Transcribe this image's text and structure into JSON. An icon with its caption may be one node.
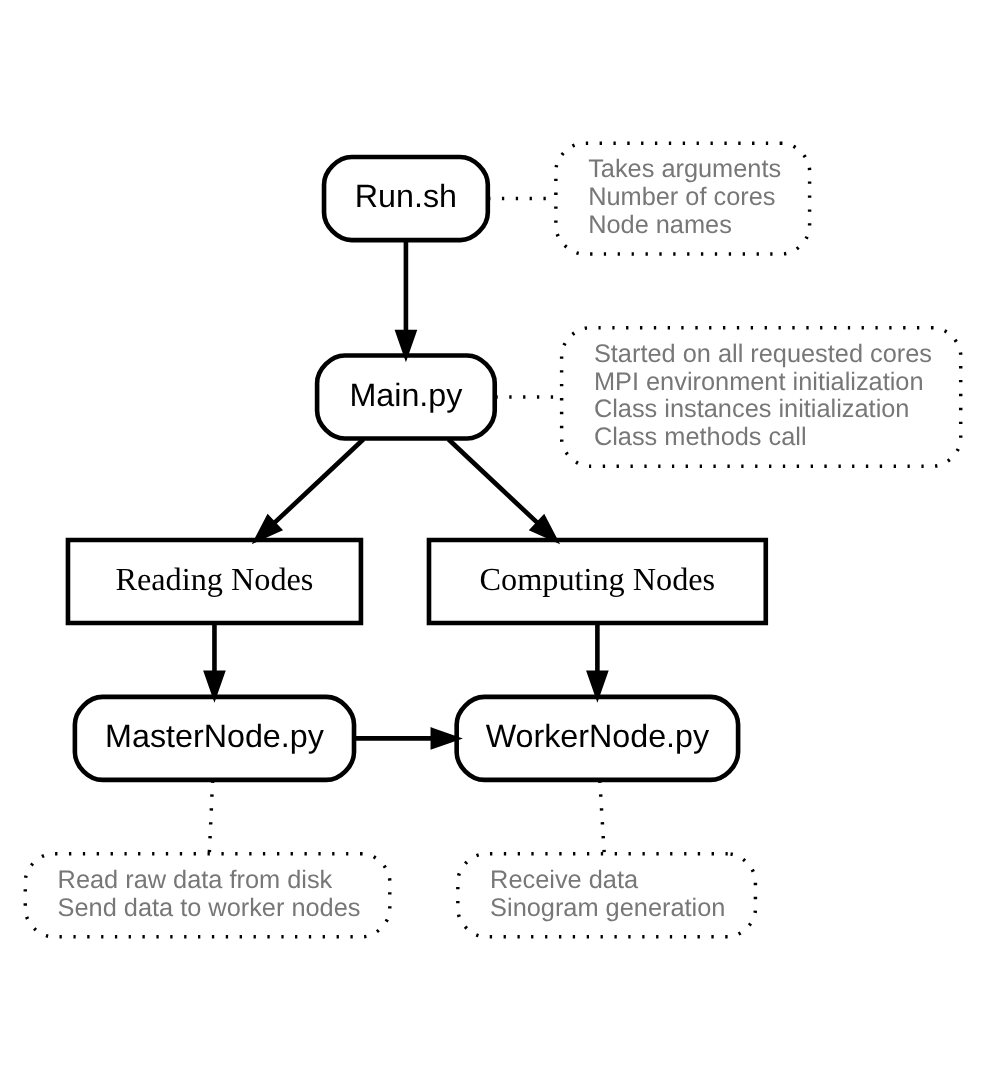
{
  "diagram": {
    "nodes": [
      {
        "text": [
          "Run.sh"
        ]
      },
      {
        "text": [
          "Takes arguments",
          "Number of cores",
          "Node names"
        ]
      },
      {
        "text": [
          "Main.py"
        ]
      },
      {
        "text": [
          "Started on all requested cores",
          "MPI environment initialization",
          "Class instances initialization",
          "Class methods call"
        ]
      },
      {
        "text": [
          "Reading Nodes"
        ]
      },
      {
        "text": [
          "Computing Nodes"
        ]
      },
      {
        "text": [
          "MasterNode.py"
        ]
      },
      {
        "text": [
          "WorkerNode.py"
        ]
      },
      {
        "text": [
          "Read raw data from disk",
          "Send data to worker nodes"
        ]
      },
      {
        "text": [
          "Receive data",
          "Sinogram generation"
        ]
      }
    ],
    "edges": [
      {
        "from": 0,
        "to": 1,
        "arrow": "none",
        "style": "dashed"
      },
      {
        "from": 0,
        "to": 2,
        "arrow": "to"
      },
      {
        "from": 2,
        "to": 3,
        "arrow": "none",
        "style": "dashed"
      },
      {
        "from": 2,
        "to": 4,
        "arrow": "to"
      },
      {
        "from": 2,
        "to": 5,
        "arrow": "to"
      },
      {
        "from": 4,
        "to": 6,
        "arrow": "to"
      },
      {
        "from": 5,
        "to": 7,
        "arrow": "to"
      },
      {
        "from": 6,
        "to": 7,
        "arrow": "to"
      },
      {
        "from": 6,
        "to": 8,
        "arrow": "none",
        "style": "dashed"
      },
      {
        "from": 7,
        "to": 9,
        "arrow": "none",
        "style": "dashed"
      }
    ]
  }
}
